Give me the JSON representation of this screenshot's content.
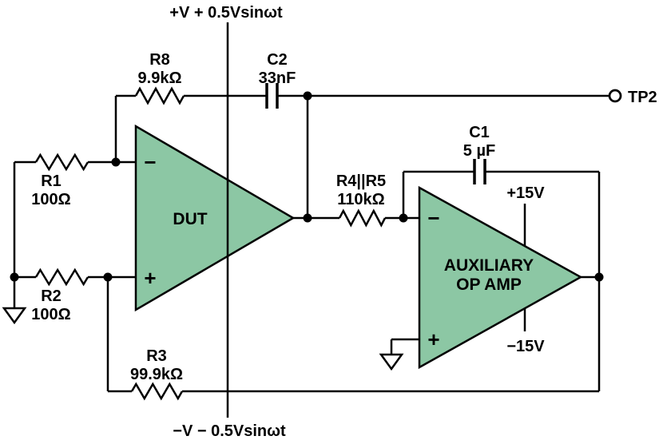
{
  "diagram": {
    "kind": "op-amp-test-circuit-schematic",
    "supplies": {
      "top": "+V + 0.5Vsinωt",
      "bottom": "−V − 0.5Vsinωt",
      "aux_positive": "+15V",
      "aux_negative": "−15V"
    },
    "components": {
      "r1": {
        "name": "R1",
        "value": "100Ω"
      },
      "r2": {
        "name": "R2",
        "value": "100Ω"
      },
      "r3": {
        "name": "R3",
        "value": "99.9kΩ"
      },
      "r8": {
        "name": "R8",
        "value": "9.9kΩ"
      },
      "r45": {
        "name": "R4||R5",
        "value": "110kΩ"
      },
      "c1": {
        "name": "C1",
        "value": "5 µF"
      },
      "c2": {
        "name": "C2",
        "value": "33nF"
      },
      "dut": {
        "label": "DUT",
        "minus": "−",
        "plus": "+"
      },
      "aux": {
        "label_line1": "AUXILIARY",
        "label_line2": "OP AMP",
        "minus": "−",
        "plus": "+"
      },
      "tp2": {
        "label": "TP2"
      }
    },
    "colors": {
      "opamp_fill": "#8CC7A4",
      "wire": "#000000",
      "text": "#000000",
      "background": "#FFFFFF"
    }
  }
}
